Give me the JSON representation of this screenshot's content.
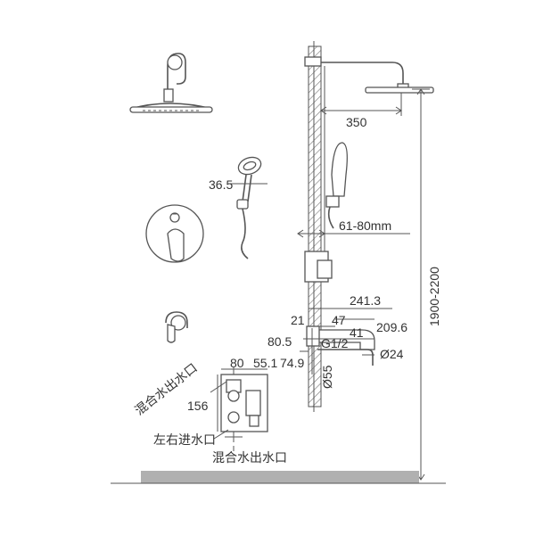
{
  "labels": {
    "d350": "350",
    "d36_5": "36.5",
    "d61_80": "61-80mm",
    "d1900_2200": "1900-2200",
    "d241_3": "241.3",
    "d21": "21",
    "d47": "47",
    "d209_6": "209.6",
    "d41": "41",
    "d80_5": "80.5",
    "dG1_2": "G1/2",
    "d24": "Ø24",
    "d55": "Ø55",
    "d80": "80",
    "d55_1": "55.1",
    "d74_9": "74.9",
    "d156": "156",
    "mix_outlet_top": "混合水出水口",
    "inlet": "左右进水口",
    "mix_outlet_bottom": "混合水出水口"
  },
  "colors": {
    "line": "#555555",
    "hatch": "#777777",
    "floor": "#b0b0b0",
    "text": "#333333"
  },
  "icons": {
    "rain_shower_head": "rain-shower-head-icon",
    "hand_shower": "hand-shower-icon",
    "mixer_valve": "mixer-valve-icon",
    "wall_elbow": "wall-elbow-icon",
    "valve_box": "concealed-valve-box-icon",
    "shower_column": "shower-column-icon",
    "tub_spout": "tub-spout-icon"
  }
}
